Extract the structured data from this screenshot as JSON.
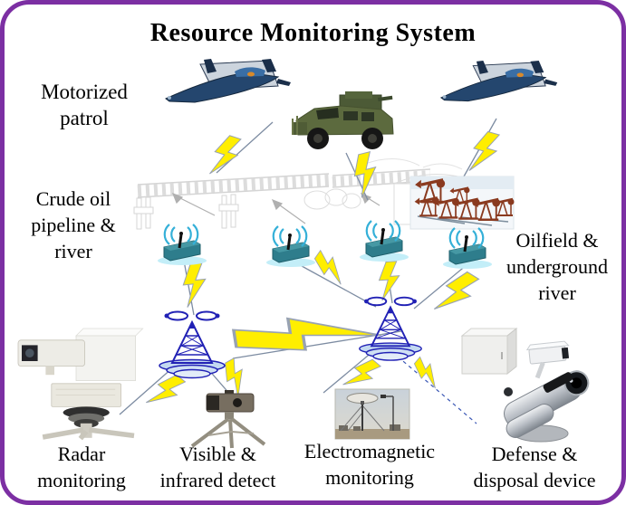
{
  "title": "Resource Monitoring System",
  "labels": {
    "motorized_patrol": "Motorized\npatrol",
    "crude_oil_pipeline": "Crude oil\npipeline &\nriver",
    "oilfield": "Oilfield &\nunderground\nriver",
    "radar": "Radar\nmonitoring",
    "visible_infrared": "Visible &\ninfrared detect",
    "electromagnetic": "Electromagnetic\nmonitoring",
    "defense": "Defense &\ndisposal device"
  },
  "colors": {
    "border": "#7c2fa3",
    "lightning": "#ffee00",
    "lightning-edge": "#98a2b2",
    "tower": "#2121b5",
    "sensor": "#2e7d8c",
    "sensor-wave": "#35b0d8",
    "connector": "#7d8ca2",
    "pipeline": "#d9d9d9",
    "text": "#000000"
  },
  "diagram": {
    "type": "system-architecture",
    "components": [
      {
        "name": "uav-drone-left",
        "group": "Motorized patrol"
      },
      {
        "name": "patrol-vehicle",
        "group": "Motorized patrol"
      },
      {
        "name": "uav-drone-right",
        "group": "Motorized patrol"
      },
      {
        "name": "crude-oil-pipeline-sketch",
        "group": "Crude oil pipeline & river"
      },
      {
        "name": "oilfield-pumpjacks-photo",
        "group": "Oilfield & underground river"
      },
      {
        "name": "wireless-sensor-node",
        "count": 4
      },
      {
        "name": "radio-tower",
        "count": 2
      },
      {
        "name": "radar-camera-station",
        "group": "Radar monitoring"
      },
      {
        "name": "tripod-detector",
        "group": "Visible & infrared detect"
      },
      {
        "name": "electromagnetic-antenna-photo",
        "group": "Electromagnetic monitoring"
      },
      {
        "name": "equipment-cabinet",
        "group": "Defense & disposal device"
      },
      {
        "name": "defense-cctv-and-disposal-device",
        "group": "Defense & disposal device"
      }
    ],
    "connections": [
      {
        "from": "uav-drone-left",
        "to": "pipeline",
        "style": "lightning"
      },
      {
        "from": "patrol-vehicle",
        "to": "pipeline",
        "style": "lightning"
      },
      {
        "from": "uav-drone-right",
        "to": "oilfield",
        "style": "lightning"
      },
      {
        "from": "wireless-sensor-1",
        "to": "radio-tower-left",
        "style": "lightning"
      },
      {
        "from": "wireless-sensor-2",
        "to": "radio-tower-right",
        "style": "lightning"
      },
      {
        "from": "wireless-sensor-3",
        "to": "radio-tower-right",
        "style": "lightning"
      },
      {
        "from": "wireless-sensor-4",
        "to": "radio-tower-right",
        "style": "lightning"
      },
      {
        "from": "radio-tower-left",
        "to": "radio-tower-right",
        "style": "lightning-large"
      },
      {
        "from": "radio-tower-left",
        "to": "radar-camera-station",
        "style": "lightning"
      },
      {
        "from": "radio-tower-left",
        "to": "tripod-detector",
        "style": "lightning"
      },
      {
        "from": "radio-tower-right",
        "to": "electromagnetic-antenna",
        "style": "lightning"
      },
      {
        "from": "radio-tower-right",
        "to": "defense-device",
        "style": "lightning-dashed"
      }
    ]
  }
}
